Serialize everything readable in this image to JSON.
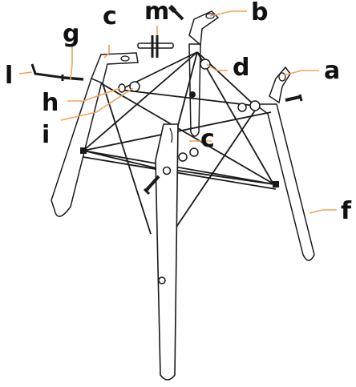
{
  "labels": {
    "a": "a",
    "b": "b",
    "c_top": "c",
    "c_middle": "c",
    "d": "d",
    "f": "f",
    "g": "g",
    "h": "h",
    "i": "i",
    "l": "l",
    "m": "m"
  },
  "colors": {
    "leader": "#F2A25A",
    "outline": "#1A1A1A",
    "fill": "#FFFFFF",
    "label": "#111111"
  },
  "icons": {
    "l": "allen-key-icon",
    "m": "spanner-wrench-icon",
    "g": "screw-icon",
    "h": "washer-icon",
    "i": "cap-nut-icon"
  }
}
